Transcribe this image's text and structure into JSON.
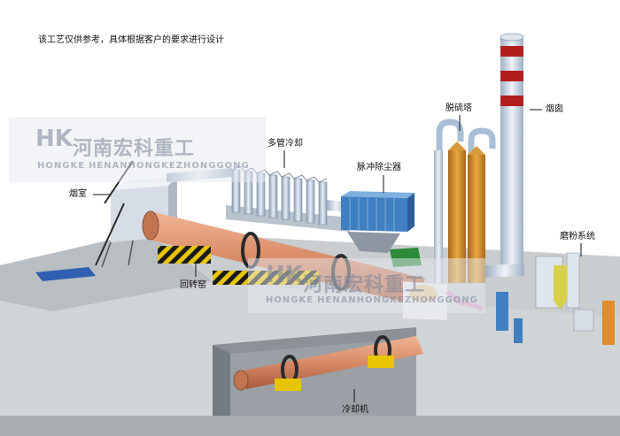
{
  "note": "该工艺仅供参考，具体根据客户的要求进行设计",
  "labels": {
    "chimney": "烟囱",
    "desulfurization_tower": "脱硫塔",
    "multi_tube_cooler": "多管冷却",
    "pulse_dust_collector": "脉冲除尘器",
    "smoke_chamber": "烟室",
    "rotary_kiln": "回转窑",
    "grinding_system": "磨粉系统",
    "cooler": "冷却机"
  },
  "watermark": {
    "mark": "HK",
    "cn": "河南宏科重工",
    "brand": "HONGKE",
    "en": "HENANHONGKEZHONGGONG"
  },
  "colors": {
    "floor": "#c9cdd0",
    "kiln": "#d98a66",
    "chimney_band": "#b21e1e",
    "tower": "#d08a2a",
    "dust_collector": "#3f7fc2",
    "hazard_yellow": "#e6c500"
  }
}
